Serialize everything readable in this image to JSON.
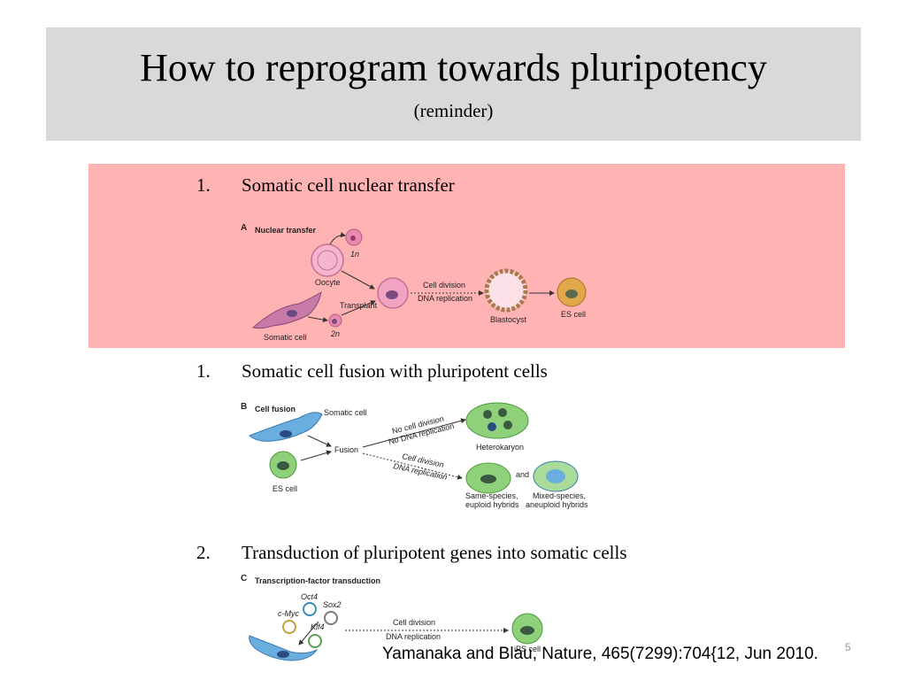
{
  "slide": {
    "title": "How to reprogram towards pluripotency",
    "subtitle": "(reminder)",
    "slide_number": "5",
    "citation": "Yamanaka and Blau, Nature, 465(7299):704{12, Jun 2010."
  },
  "items": [
    {
      "number": "1.",
      "text": "Somatic cell nuclear transfer"
    },
    {
      "number": "1.",
      "text": "Somatic cell fusion with pluripotent cells"
    },
    {
      "number": "2.",
      "text": "Transduction of pluripotent genes into somatic cells"
    }
  ],
  "figure_a": {
    "letter": "A",
    "heading": "Nuclear transfer",
    "labels": {
      "one_n": "1n",
      "oocyte": "Oocyte",
      "transplant": "Transplant",
      "somatic_cell": "Somatic cell",
      "two_n": "2n",
      "cell_division": "Cell division",
      "dna_replication": "DNA replication",
      "blastocyst": "Blastocyst",
      "es_cell": "ES cell"
    }
  },
  "figure_b": {
    "letter": "B",
    "heading": "Cell fusion",
    "labels": {
      "somatic_cell": "Somatic cell",
      "fusion": "Fusion",
      "es_cell": "ES cell",
      "no_cell_division": "No cell division",
      "no_dna_replication": "No DNA replication",
      "heterokaryon": "Heterokaryon",
      "cell_division": "Cell division",
      "dna_replication": "DNA replication",
      "and": "and",
      "same_species_1": "Same-species,",
      "same_species_2": "euploid hybrids",
      "mixed_species_1": "Mixed-species,",
      "mixed_species_2": "aneuploid hybrids"
    }
  },
  "figure_c": {
    "letter": "C",
    "heading": "Transcription-factor transduction",
    "labels": {
      "oct4": "Oct4",
      "sox2": "Sox2",
      "cmyc": "c-Myc",
      "klf4": "Klf4",
      "cell_division": "Cell division",
      "dna_replication": "DNA replication",
      "ips_cell": "iPS cell"
    }
  },
  "colors": {
    "title_bg": "#d9d9d9",
    "highlight_bg": "#ffb3b3",
    "pink_cell": "#e98bb0",
    "green_cell": "#8fd07a",
    "blue_cell": "#6aaee0",
    "orange_cell": "#e0a84a"
  }
}
